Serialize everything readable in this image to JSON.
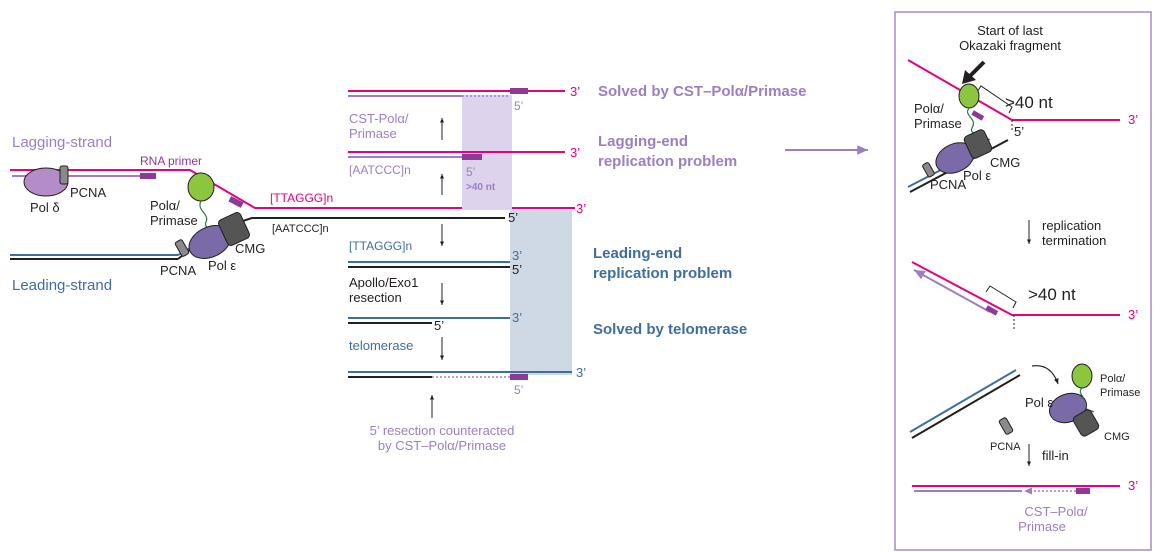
{
  "colors": {
    "magenta": "#e6007e",
    "lavender": "#9b7fc1",
    "blue": "#3e6e9e",
    "black": "#231f20",
    "purple_primer": "#8c3a96",
    "green": "#8cc63f",
    "shade_lavender": "#ddd3ec",
    "shade_blue": "#cfd9e6",
    "box_border": "#a08bc4"
  },
  "left": {
    "lagging_strand": "Lagging-strand",
    "leading_strand": "Leading-strand",
    "rna_primer": "RNA primer",
    "pol_delta": "Pol δ",
    "pcna_top": "PCNA",
    "pola_primase": [
      "Polα/",
      "Primase"
    ],
    "cmg": "CMG",
    "pol_epsilon": "Pol ε",
    "pcna_bottom": "PCNA",
    "ttaggg": "[TTAGGG]n",
    "aatccc": "[AATCCC]n"
  },
  "middle": {
    "three_prime": "3’",
    "five_prime": "5’",
    "cst_pola_primase": [
      "CST-Polα/",
      "Primase"
    ],
    "aatccc": "[AATCCC]n",
    "gt40": ">40 nt",
    "ttaggg": "[TTAGGG]n",
    "apollo": [
      "Apollo/Exo1",
      "resection"
    ],
    "telomerase": "telomerase",
    "resection_note": [
      "5’ resection counteracted",
      "by CST–Polα/Primase"
    ],
    "solved_cst": "Solved by CST–Polα/Primase",
    "lagging_problem": [
      "Lagging-end",
      "replication problem"
    ],
    "leading_problem": [
      "Leading-end",
      "replication problem"
    ],
    "solved_telomerase": "Solved by telomerase"
  },
  "right": {
    "start_last": [
      "Start of last",
      "Okazaki fragment"
    ],
    "gt40_top": ">40 nt",
    "pola_primase": [
      "Polα/",
      "Primase"
    ],
    "cmg": "CMG",
    "pol_epsilon": "Pol ε",
    "pcna": "PCNA",
    "replication_termination": [
      "replication",
      "termination"
    ],
    "gt40_mid": ">40 nt",
    "pola_primase_2": [
      "Polα/",
      "Primase"
    ],
    "pol_epsilon_2": "Pol ε",
    "pcna_2": "PCNA",
    "cmg_2": "CMG",
    "fill_in": "fill-in",
    "cst_pola_primase": [
      "CST–Polα/",
      "Primase"
    ],
    "three_prime": "3’",
    "five_prime": "5’"
  }
}
